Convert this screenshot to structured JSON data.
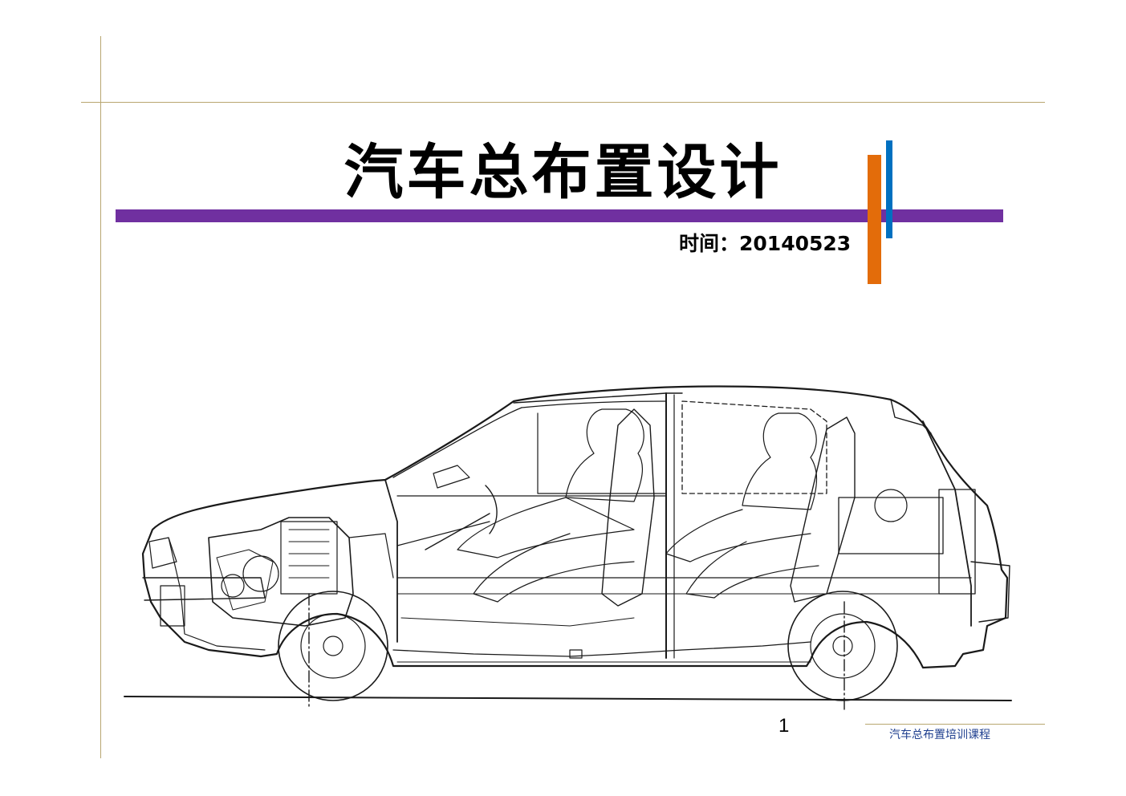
{
  "slide": {
    "title": "汽车总布置设计",
    "date_label": "时间：",
    "date_value": "20140523",
    "page_number": "1",
    "footer": "汽车总布置培训课程"
  },
  "colors": {
    "title_bar": "#7030a0",
    "accent_orange": "#e36c0a",
    "accent_blue": "#0070c0",
    "guide_line": "#b8a670",
    "footer_text": "#1f3f8f"
  },
  "illustration": {
    "subject": "car-side-cutaway-drawing"
  }
}
